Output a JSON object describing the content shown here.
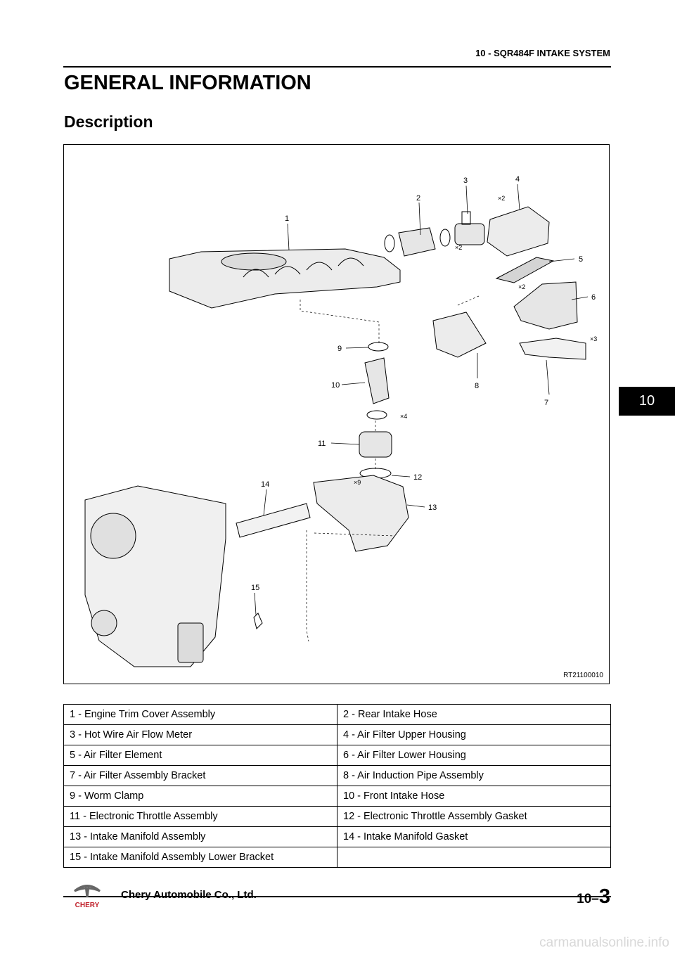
{
  "header": {
    "chapter_title": "10 - SQR484F INTAKE SYSTEM"
  },
  "page_title": "GENERAL INFORMATION",
  "section_title": "Description",
  "figure": {
    "code": "RT21100010",
    "callouts": [
      "1",
      "2",
      "3",
      "4",
      "5",
      "6",
      "7",
      "8",
      "9",
      "10",
      "11",
      "12",
      "13",
      "14",
      "15"
    ],
    "quantities": [
      "×2",
      "×2",
      "×2",
      "×3",
      "×4",
      "×9"
    ]
  },
  "legend": [
    [
      "1 - Engine Trim Cover Assembly",
      "2 - Rear Intake Hose"
    ],
    [
      "3 - Hot Wire Air Flow Meter",
      "4 - Air Filter Upper Housing"
    ],
    [
      "5 - Air Filter Element",
      "6 - Air Filter Lower Housing"
    ],
    [
      "7 - Air Filter Assembly Bracket",
      "8 - Air Induction Pipe Assembly"
    ],
    [
      "9 - Worm Clamp",
      "10 - Front Intake Hose"
    ],
    [
      "11 - Electronic Throttle Assembly",
      "12 - Electronic Throttle Assembly Gasket"
    ],
    [
      "13 - Intake Manifold Assembly",
      "14 - Intake Manifold Gasket"
    ],
    [
      "15 - Intake Manifold Assembly Lower Bracket",
      ""
    ]
  ],
  "tab_marker": "10",
  "footer": {
    "company": "Chery Automobile Co., Ltd.",
    "brand_text": "CHERY",
    "page_section": "10–",
    "page_number": "3"
  },
  "watermark": "carmanualsonline.info"
}
